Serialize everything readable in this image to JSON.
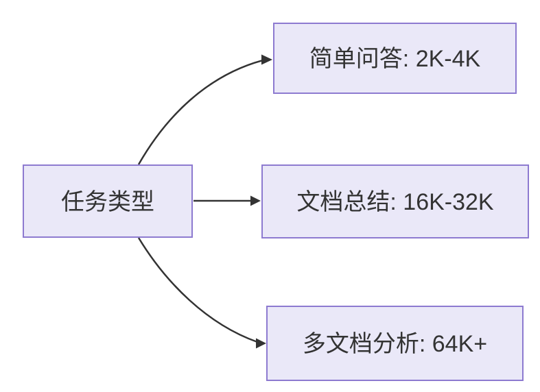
{
  "diagram": {
    "type": "flowchart-left-to-right",
    "root": {
      "label": "任务类型"
    },
    "branches": [
      {
        "label": "简单问答: 2K-4K"
      },
      {
        "label": "文档总结: 16K-32K"
      },
      {
        "label": "多文档分析: 64K+"
      }
    ],
    "colors": {
      "node_fill": "#eae8f8",
      "node_border": "#8d7ad0",
      "edge": "#333333",
      "text": "#333333",
      "background": "#ffffff"
    }
  }
}
